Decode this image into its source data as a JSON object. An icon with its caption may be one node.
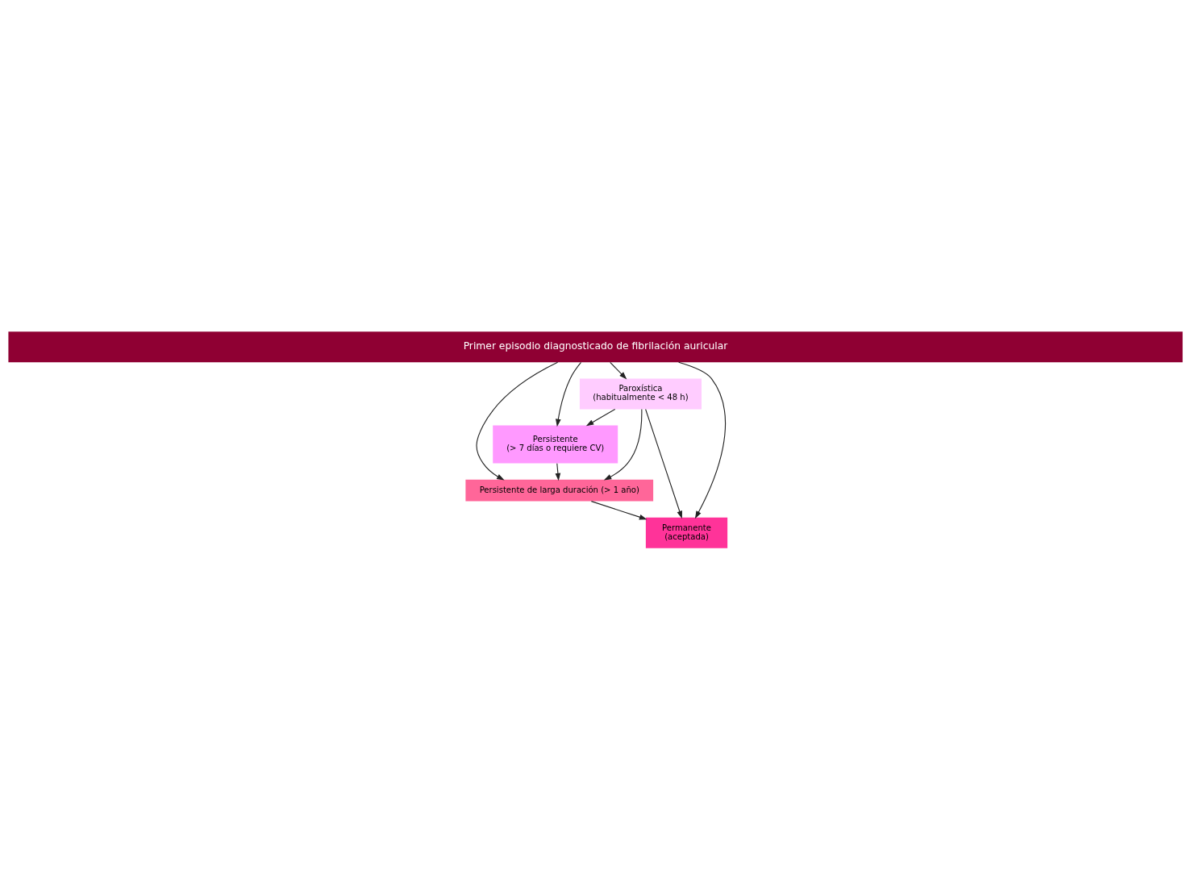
{
  "diagram": {
    "nodes": [
      {
        "text": [
          "Primer episodio diagnosticado de fibrilación auricular"
        ]
      },
      {
        "text": [
          "Paroxística",
          "(habitualmente < 48 h)"
        ]
      },
      {
        "text": [
          "Persistente",
          "(> 7 días o requiere CV)"
        ]
      },
      {
        "text": [
          "Persistente de larga duración (> 1 año)"
        ]
      },
      {
        "text": [
          "Permanente",
          "(aceptada)"
        ]
      }
    ],
    "edges": [
      {
        "from": 0,
        "to": 1,
        "arrow": "to"
      },
      {
        "from": 0,
        "to": 2,
        "arrow": "to"
      },
      {
        "from": 0,
        "to": 3,
        "arrow": "to"
      },
      {
        "from": 0,
        "to": 4,
        "arrow": "to"
      },
      {
        "from": 1,
        "to": 2,
        "arrow": "to"
      },
      {
        "from": 1,
        "to": 3,
        "arrow": "to"
      },
      {
        "from": 1,
        "to": 4,
        "arrow": "to"
      },
      {
        "from": 2,
        "to": 3,
        "arrow": "to"
      },
      {
        "from": 3,
        "to": 4,
        "arrow": "to"
      }
    ]
  }
}
